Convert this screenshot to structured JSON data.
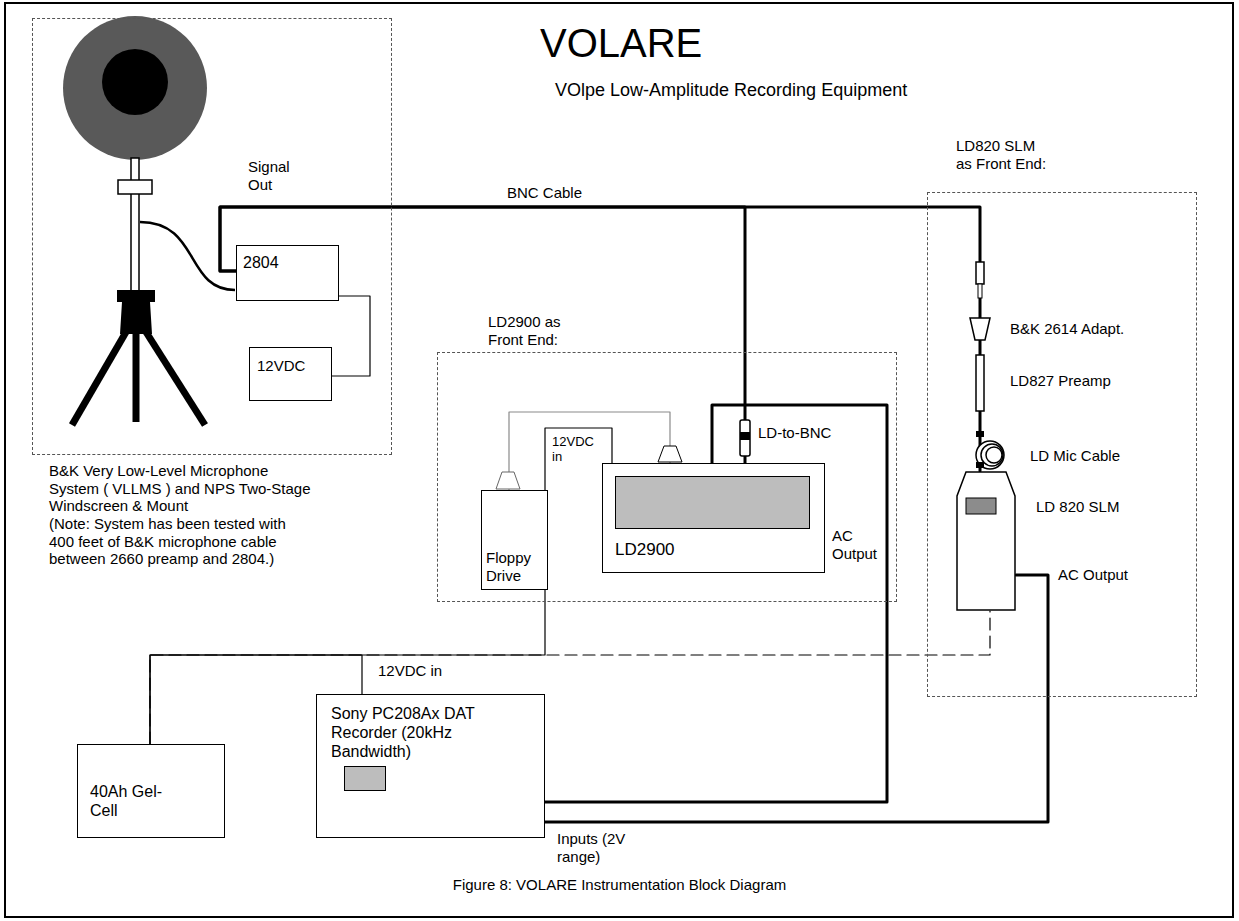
{
  "diagram": {
    "title": "VOLARE",
    "caption": "Figure 8: VOLARE Instrumentation Block Diagram",
    "nodes": [
      {
        "text": [
          "B&K Very Low-Level Microphone System ( VLLMS ) and NPS Two-Stage Windscreen & Mount",
          "(Note: System has been tested with 400 feet of B&K microphone cable between 2660 preamp and 2804.)"
        ]
      },
      {
        "text": [
          "2804"
        ],
        "in": 0
      },
      {
        "text": [
          "12VDC"
        ],
        "in": 0
      },
      {
        "text": [
          "LD2900 as Front End:"
        ]
      },
      {
        "text": [
          "Floppy Drive"
        ],
        "in": 3
      },
      {
        "text": [
          "LD2900"
        ],
        "in": 3
      },
      {
        "text": [
          "LD820 SLM as Front End:"
        ]
      },
      {
        "text": [
          "LD 820 SLM"
        ],
        "in": 6
      },
      {
        "text": [
          "40Ah Gel-Cell"
        ]
      },
      {
        "text": [
          "Sony PC208Ax DAT Recorder (20kHz Bandwidth)"
        ]
      }
    ],
    "edges": [
      {
        "from": 1,
        "to": 5,
        "label": "BNC Cable",
        "arrow": "none"
      },
      {
        "from": 1,
        "to": 7,
        "arrow": "none"
      },
      {
        "from": 2,
        "to": 1,
        "arrow": "none"
      },
      {
        "from": 4,
        "to": 5,
        "arrow": "none"
      },
      {
        "from": 5,
        "to": 9,
        "arrow": "none"
      },
      {
        "from": 7,
        "to": 9,
        "arrow": "none"
      },
      {
        "from": 8,
        "to": 9,
        "arrow": "none"
      },
      {
        "from": 8,
        "to": 5,
        "arrow": "none"
      },
      {
        "from": 8,
        "to": 7,
        "arrow": "none"
      }
    ],
    "labels": [
      "VOlpe Low-Amplitude Recording Equipment",
      "Signal Out",
      "12VDC in",
      "LD-to-BNC",
      "AC Output",
      "B&K 2614 Adapt.",
      "LD827 Preamp",
      "LD Mic Cable",
      "AC Output",
      "12VDC in",
      "Inputs (2V range)"
    ]
  }
}
